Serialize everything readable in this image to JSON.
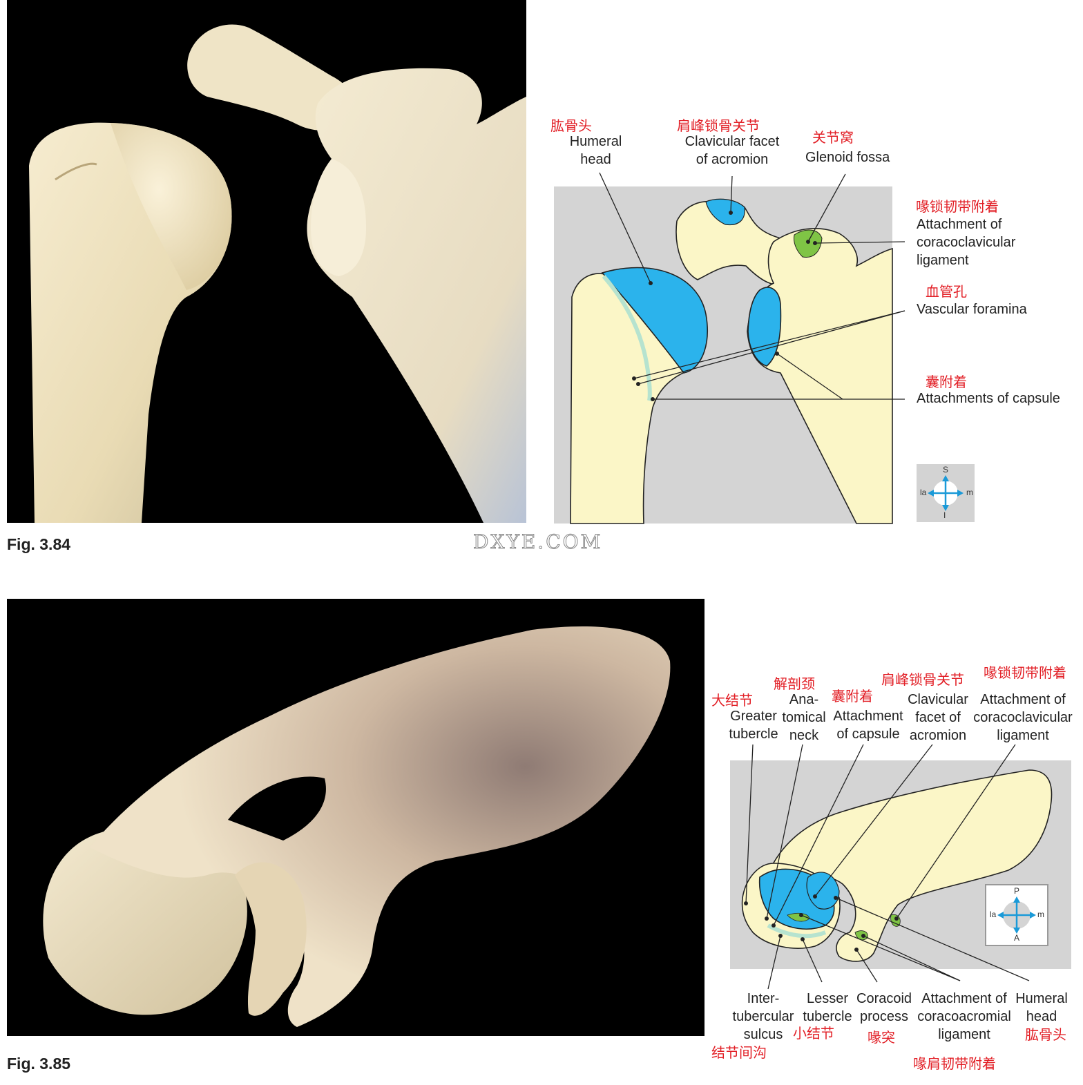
{
  "fig84": {
    "caption": "Fig. 3.84",
    "labels": {
      "humeral_head": {
        "cn": "肱骨头",
        "en": [
          "Humeral",
          "head"
        ]
      },
      "clavicular_facet": {
        "cn": "肩峰锁骨关节",
        "en": [
          "Clavicular facet",
          "of acromion"
        ]
      },
      "glenoid_fossa": {
        "cn": "关节窝",
        "en": [
          "Glenoid fossa"
        ]
      },
      "coracoclavicular": {
        "cn": "喙锁韧带附着",
        "en": [
          "Attachment of",
          "coracoclavicular",
          "ligament"
        ]
      },
      "vascular_foramina": {
        "cn": "血管孔",
        "en": [
          "Vascular foramina"
        ]
      },
      "capsule": {
        "cn": "囊附着",
        "en": [
          "Attachments of capsule"
        ]
      }
    },
    "compass": {
      "top": "S",
      "bottom": "I",
      "left": "la",
      "right": "m"
    }
  },
  "fig85": {
    "caption": "Fig. 3.85",
    "labels": {
      "greater_tubercle": {
        "cn": "大结节",
        "en": [
          "Greater",
          "tubercle"
        ]
      },
      "anatomical_neck": {
        "cn": "解剖颈",
        "en": [
          "Ana-",
          "tomical",
          "neck"
        ]
      },
      "capsule": {
        "cn": "囊附着",
        "en": [
          "Attachment",
          "of capsule"
        ]
      },
      "clavicular_facet": {
        "cn": "肩峰锁骨关节",
        "en": [
          "Clavicular",
          "facet of",
          "acromion"
        ]
      },
      "coracoclavicular": {
        "cn": "喙锁韧带附着",
        "en": [
          "Attachment of",
          "coracoclavicular",
          "ligament"
        ]
      },
      "intertubercular": {
        "cn": "结节间沟",
        "en": [
          "Inter-",
          "tubercular",
          "sulcus"
        ]
      },
      "lesser_tubercle": {
        "cn": "小结节",
        "en": [
          "Lesser",
          "tubercle"
        ]
      },
      "coracoid": {
        "cn": "喙突",
        "en": [
          "Coracoid",
          "process"
        ]
      },
      "coracoacromial": {
        "cn": "喙肩韧带附着",
        "en": [
          "Attachment of",
          "coracoacromial",
          "ligament"
        ]
      },
      "humeral_head": {
        "cn": "肱骨头",
        "en": [
          "Humeral",
          "head"
        ]
      }
    },
    "compass": {
      "top": "P",
      "bottom": "A",
      "left": "la",
      "right": "m"
    }
  },
  "watermark": "DXYE.COM",
  "colors": {
    "cartilage": "#2bb3ec",
    "ligament": "#7fc445",
    "bone": "#fbf6c7",
    "panel": "#d4d4d4",
    "chinese_label": "#e21f26",
    "arrows": "#1a9ad8"
  }
}
